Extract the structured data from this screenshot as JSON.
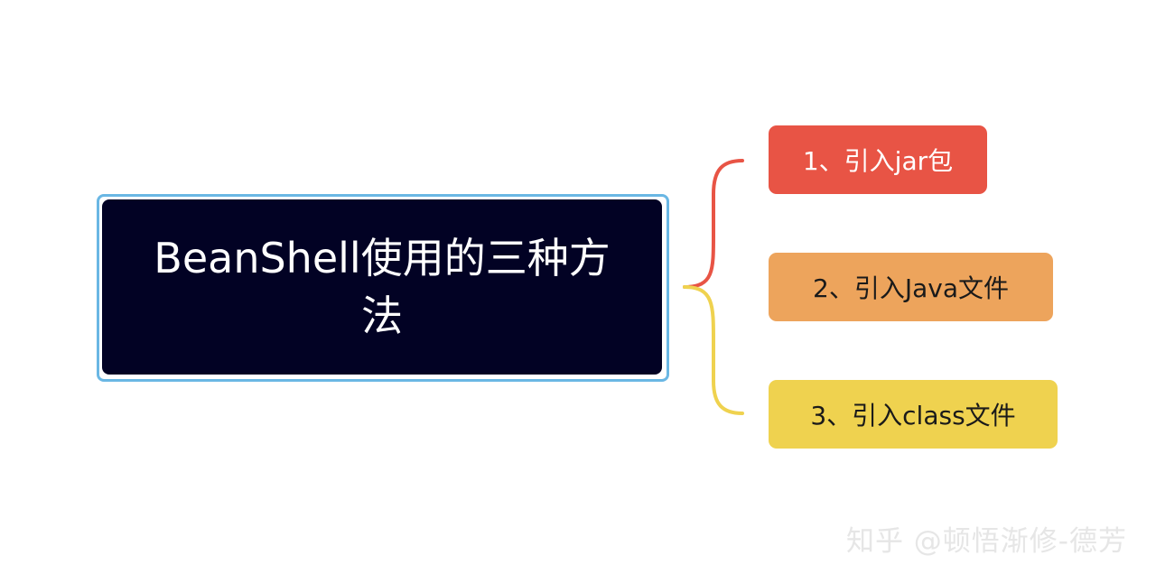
{
  "root": {
    "title": "BeanShell使用的三种方法",
    "fill_color": "#020224",
    "outline_color": "#6ab7e4"
  },
  "branches": [
    {
      "label": "1、引入jar包",
      "color": "#e85445"
    },
    {
      "label": "2、引入Java文件",
      "color": "#eda45c"
    },
    {
      "label": "3、引入class文件",
      "color": "#efd24f"
    }
  ],
  "watermark": "知乎 @顿悟渐修-德芳"
}
